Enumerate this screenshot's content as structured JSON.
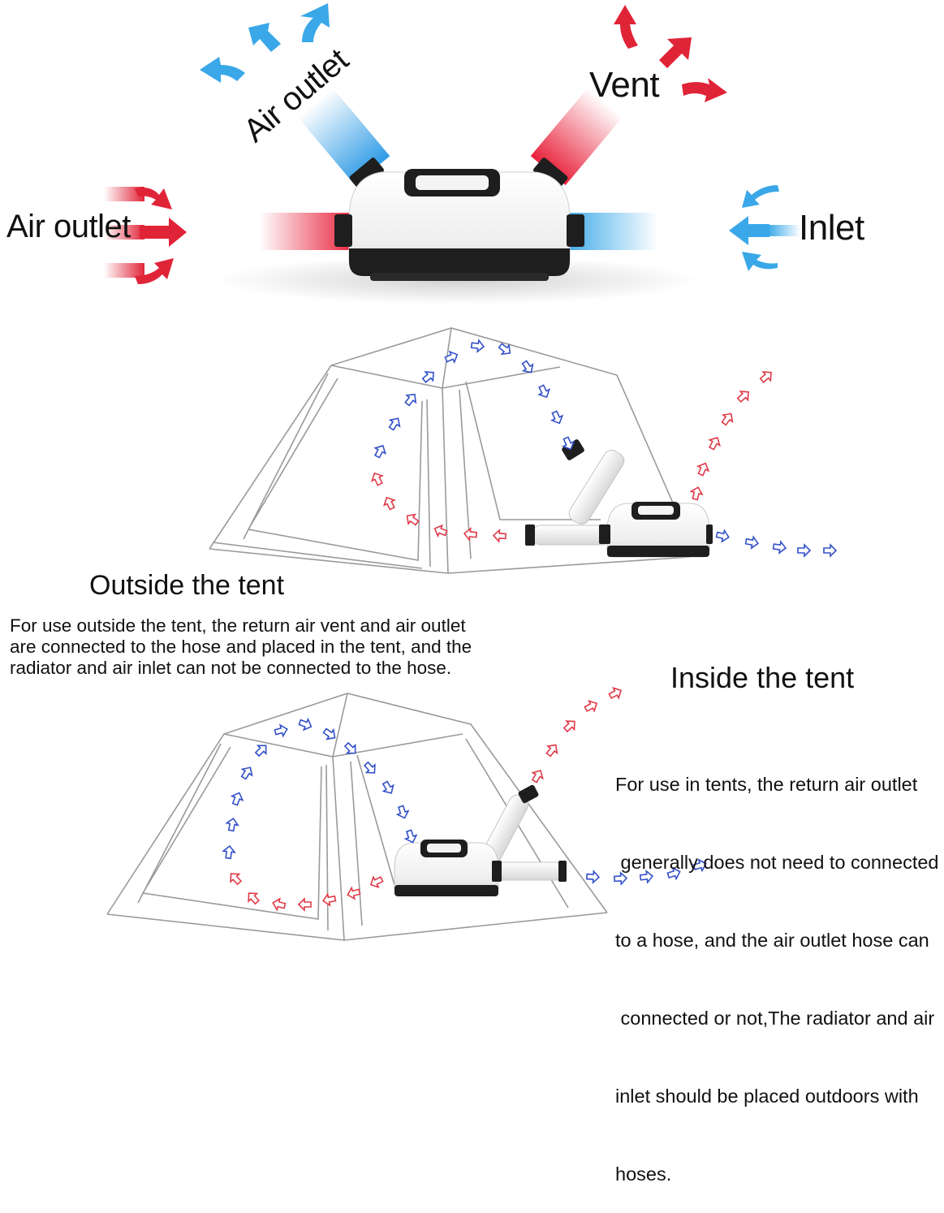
{
  "top_labels": {
    "air_outlet_rotated": "Air outlet",
    "vent": "Vent",
    "air_outlet_left": "Air outlet",
    "inlet": "Inlet"
  },
  "outside_section": {
    "heading": "Outside the tent",
    "lines": [
      "For use outside the tent, the return air vent and air outlet",
      "are connected to the hose and placed in the tent, and the",
      "radiator and air inlet can not be connected to the hose."
    ]
  },
  "inside_section": {
    "heading": "Inside the tent",
    "lines": [
      "For use in tents, the return air outlet",
      " generally does not need to connected",
      "to a hose, and the air outlet hose can",
      " connected or not,The radiator and air",
      "inlet should be placed outdoors with",
      "hoses."
    ]
  },
  "colors": {
    "cool": "#3aa8e8",
    "hot": "#e02438",
    "flow_cold": "#3350c8",
    "flow_hot": "#e03a48",
    "tent_line": "#9a9a9a",
    "unit_body": "#f4f4f4",
    "unit_dark": "#1e1e1e"
  },
  "icons": [
    "arrow-icon",
    "tent-icon",
    "air-conditioner-unit-icon",
    "hose-icon"
  ]
}
